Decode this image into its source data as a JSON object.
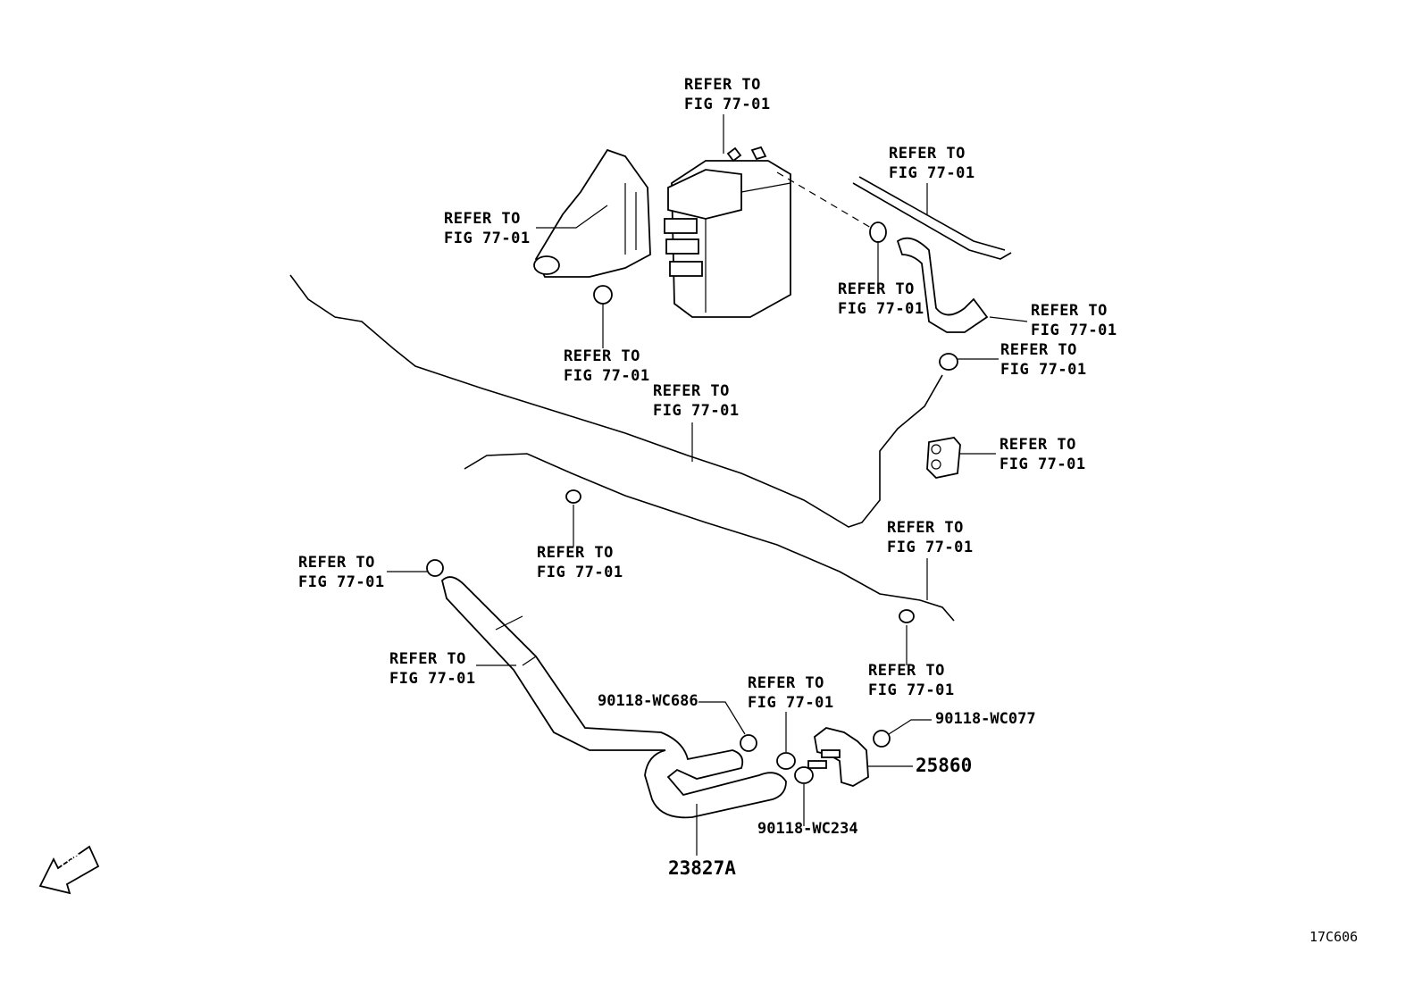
{
  "refer": {
    "line1": "REFER TO",
    "line2": "FIG 77-01"
  },
  "parts": {
    "p23827A": "23827A",
    "p25860": "25860",
    "wc686": "90118-WC686",
    "wc077": "90118-WC077",
    "wc234": "90118-WC234"
  },
  "fwd_label": "FWD",
  "figure_code": "17C606"
}
